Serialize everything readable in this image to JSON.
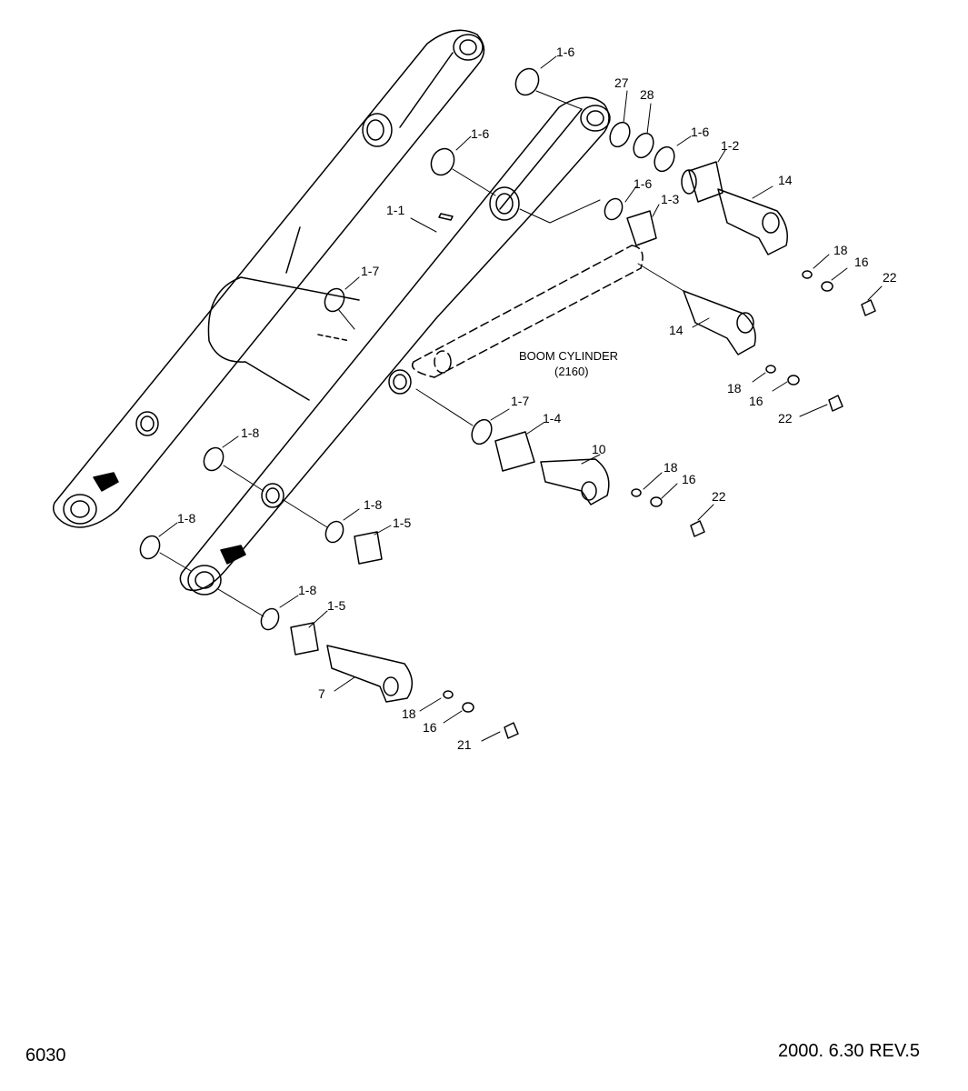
{
  "diagram": {
    "note": {
      "title": "BOOM CYLINDER",
      "ref": "(2160)"
    },
    "labels": {
      "p16a": "1-6",
      "p27": "27",
      "p28": "28",
      "p16b": "1-6",
      "p12": "1-2",
      "p16c": "1-6",
      "p16d": "1-6",
      "p13": "1-3",
      "p14a": "14",
      "p11": "1-1",
      "p18a": "18",
      "p16e": "16",
      "p22a": "22",
      "p17a": "1-7",
      "p14b": "14",
      "p18b": "18",
      "p16f": "16",
      "p22b": "22",
      "p17b": "1-7",
      "p14c": "1-4",
      "p10": "10",
      "p18c": "18",
      "p16g": "16",
      "p22c": "22",
      "p18d": "1-8",
      "p18e": "1-8",
      "p15a": "1-5",
      "p18f": "1-8",
      "p18g": "1-8",
      "p15b": "1-5",
      "p7": "7",
      "p18h": "18",
      "p16h": "16",
      "p21": "21"
    }
  },
  "footer": {
    "page_number": "6030",
    "revision": "2000. 6.30  REV.5"
  }
}
